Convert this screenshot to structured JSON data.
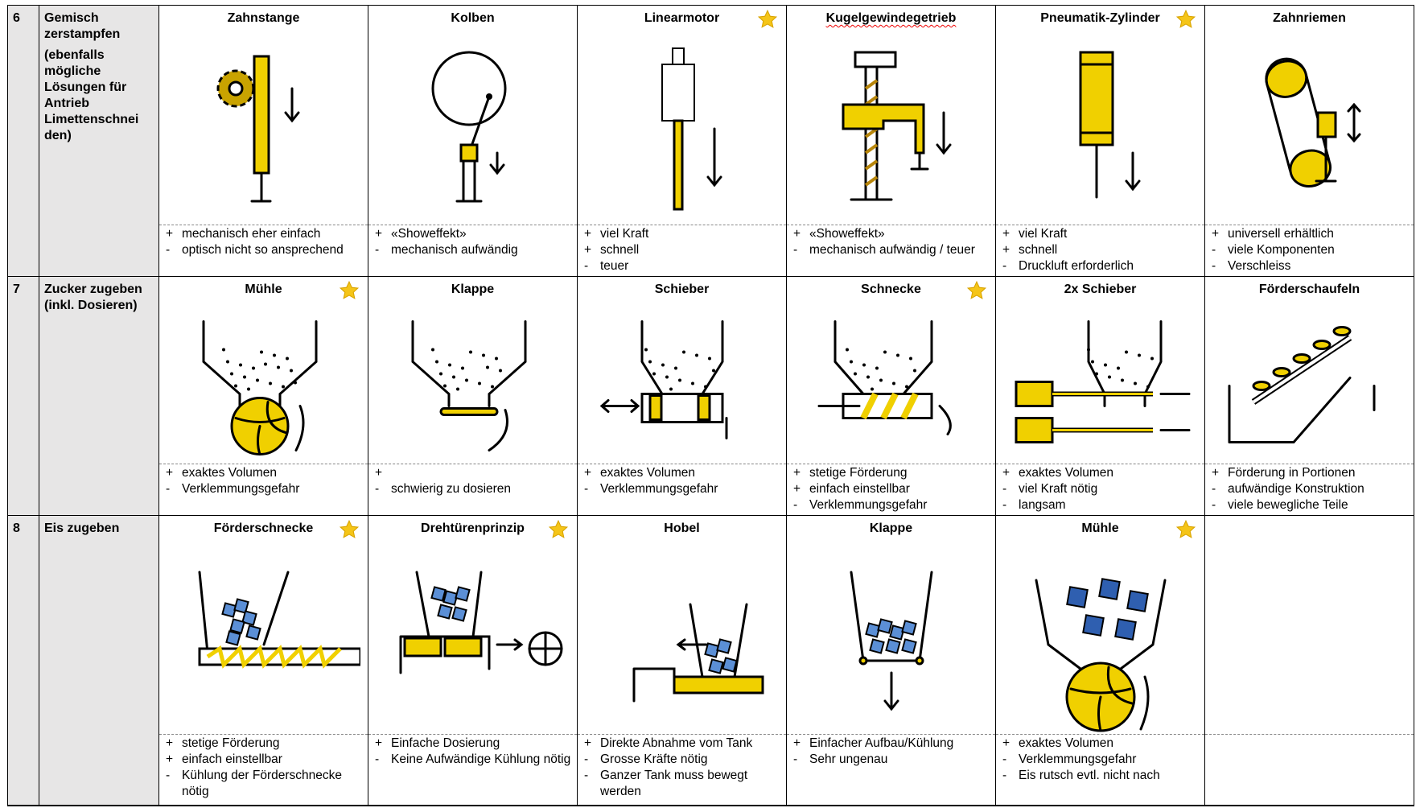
{
  "colors": {
    "yellow": "#f0d000",
    "ice": "#5b8fd6",
    "star": "#f5c518",
    "label_bg": "#e7e6e6"
  },
  "rows": [
    {
      "number": "6",
      "label": "Gemisch zerstampfen",
      "sublabel": "(ebenfalls mögliche Lösungen für Antrieb Limettenschnei den)",
      "solutions": [
        {
          "title": "Zahnstange",
          "star": false,
          "sketch": "rack",
          "points": [
            [
              "+",
              "mechanisch eher einfach"
            ],
            [
              "-",
              "optisch nicht so ansprechend"
            ]
          ]
        },
        {
          "title": "Kolben",
          "star": false,
          "sketch": "crank",
          "points": [
            [
              "+",
              "«Showeffekt»"
            ],
            [
              "-",
              "mechanisch aufwändig"
            ]
          ]
        },
        {
          "title": "Linearmotor",
          "star": true,
          "sketch": "linear",
          "points": [
            [
              "+",
              "viel Kraft"
            ],
            [
              "+",
              "schnell"
            ],
            [
              "-",
              "teuer"
            ]
          ]
        },
        {
          "title": "Kugelgewindegetrieb",
          "star": false,
          "spellcheck": true,
          "sketch": "ballscrew",
          "points": [
            [
              "+",
              "«Showeffekt»"
            ],
            [
              "-",
              "mechanisch aufwändig / teuer"
            ]
          ]
        },
        {
          "title": "Pneumatik-Zylinder",
          "star": true,
          "sketch": "pneumatic",
          "points": [
            [
              "+",
              "viel Kraft"
            ],
            [
              "+",
              "schnell"
            ],
            [
              "-",
              "Druckluft erforderlich"
            ]
          ]
        },
        {
          "title": "Zahnriemen",
          "star": false,
          "sketch": "belt",
          "points": [
            [
              "+",
              "universell erhältlich"
            ],
            [
              "-",
              "viele Komponenten"
            ],
            [
              "-",
              "Verschleiss"
            ]
          ]
        }
      ]
    },
    {
      "number": "7",
      "label": "Zucker zugeben (inkl. Dosieren)",
      "sublabel": "",
      "solutions": [
        {
          "title": "Mühle",
          "star": true,
          "sketch": "mill_sugar",
          "points": [
            [
              "+",
              "exaktes Volumen"
            ],
            [
              "-",
              "Verklemmungsgefahr"
            ]
          ]
        },
        {
          "title": "Klappe",
          "star": false,
          "sketch": "flap_sugar",
          "points": [
            [
              "+",
              ""
            ],
            [
              "-",
              "schwierig zu dosieren"
            ]
          ]
        },
        {
          "title": "Schieber",
          "star": false,
          "sketch": "slider",
          "points": [
            [
              "+",
              "exaktes Volumen"
            ],
            [
              "-",
              "Verklemmungsgefahr"
            ]
          ]
        },
        {
          "title": "Schnecke",
          "star": true,
          "sketch": "screw_sugar",
          "points": [
            [
              "+",
              "stetige Förderung"
            ],
            [
              "+",
              "einfach einstellbar"
            ],
            [
              "-",
              "Verklemmungsgefahr"
            ]
          ]
        },
        {
          "title": "2x Schieber",
          "star": false,
          "sketch": "double_slider",
          "points": [
            [
              "+",
              "exaktes Volumen"
            ],
            [
              "-",
              "viel Kraft nötig"
            ],
            [
              "-",
              "langsam"
            ]
          ]
        },
        {
          "title": "Förderschaufeln",
          "star": false,
          "sketch": "paddles",
          "points": [
            [
              "+",
              "Förderung in Portionen"
            ],
            [
              "-",
              "aufwändige Konstruktion"
            ],
            [
              "-",
              "viele bewegliche Teile"
            ]
          ]
        }
      ]
    },
    {
      "number": "8",
      "label": "Eis zugeben",
      "sublabel": "",
      "solutions": [
        {
          "title": "Förderschnecke",
          "star": true,
          "sketch": "screw_ice",
          "points": [
            [
              "+",
              "stetige Förderung"
            ],
            [
              "+",
              "einfach einstellbar"
            ],
            [
              "-",
              "Kühlung der Förderschnecke nötig"
            ]
          ]
        },
        {
          "title": "Drehtürenprinzip",
          "star": true,
          "sketch": "revolving",
          "points": [
            [
              "+",
              "Einfache Dosierung"
            ],
            [
              "-",
              "Keine Aufwändige Kühlung nötig"
            ]
          ]
        },
        {
          "title": "Hobel",
          "star": false,
          "sketch": "plane",
          "points": [
            [
              "+",
              "Direkte Abnahme vom Tank"
            ],
            [
              "-",
              "Grosse Kräfte nötig"
            ],
            [
              "-",
              "Ganzer Tank muss bewegt werden"
            ]
          ]
        },
        {
          "title": "Klappe",
          "star": false,
          "sketch": "flap_ice",
          "points": [
            [
              "+",
              "Einfacher Aufbau/Kühlung"
            ],
            [
              "-",
              "Sehr ungenau"
            ]
          ]
        },
        {
          "title": "Mühle",
          "star": true,
          "sketch": "mill_ice",
          "points": [
            [
              "+",
              "exaktes Volumen"
            ],
            [
              "-",
              "Verklemmungsgefahr"
            ],
            [
              "-",
              "Eis rutsch evtl. nicht nach"
            ]
          ]
        },
        null
      ]
    }
  ]
}
